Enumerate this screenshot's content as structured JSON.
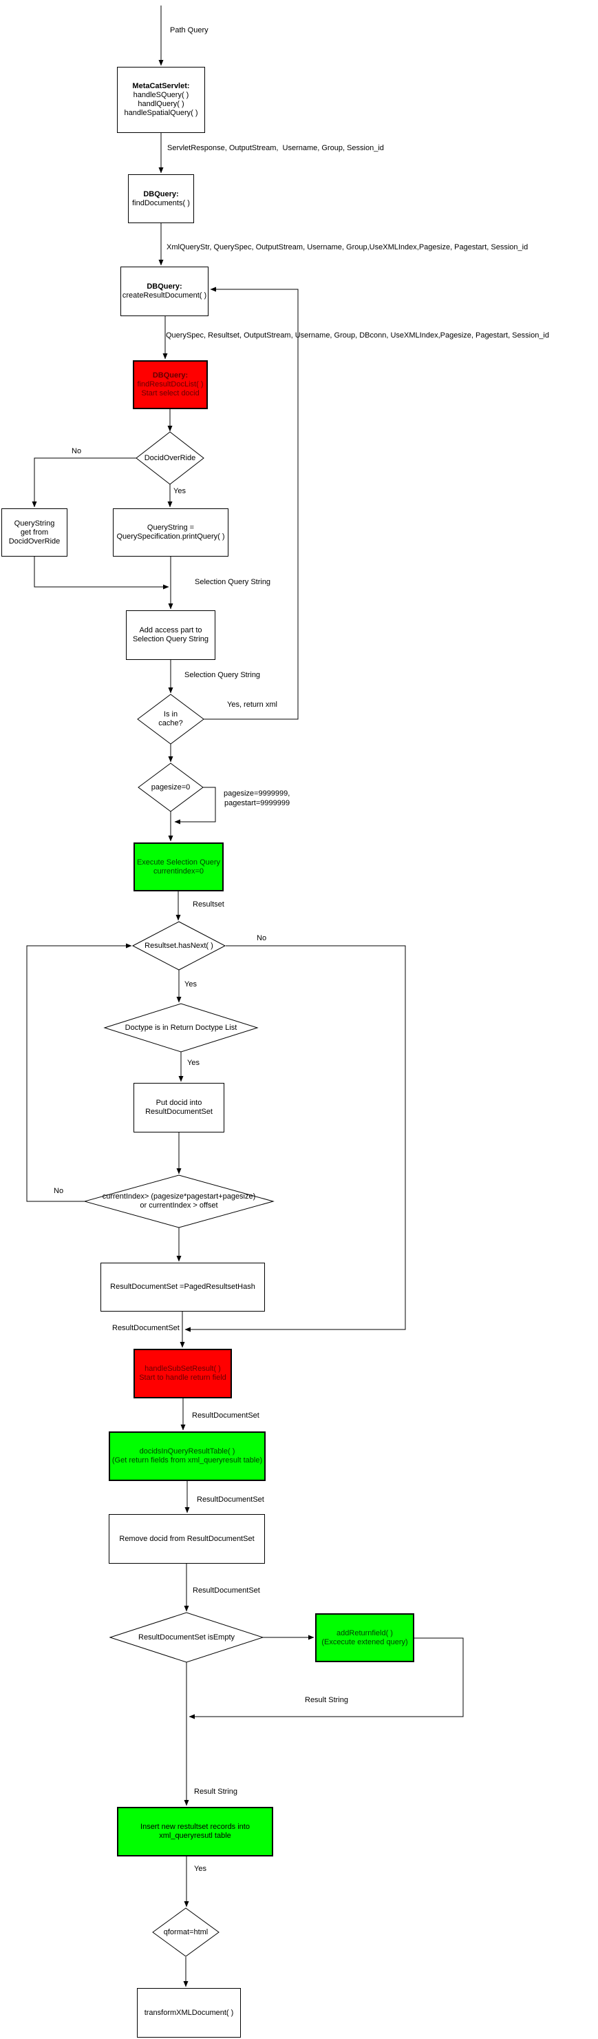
{
  "diagram": {
    "type": "flowchart",
    "subject": "Metacat query handling flow",
    "colors": {
      "background": "#ffffff",
      "line": "#000000",
      "process_fill": "#ffffff",
      "alert_fill": "#ff0000",
      "alert_text": "#660000",
      "success_fill": "#00ff00",
      "success_text": "#003c00"
    }
  },
  "nodes": {
    "metacat_servlet": {
      "title": "MetaCatServlet:",
      "lines": [
        "handleSQuery( )",
        "handlQuery( )",
        "handleSpatialQuery( )"
      ]
    },
    "find_documents": {
      "title": "DBQuery:",
      "lines": [
        "findDocuments( )"
      ]
    },
    "create_result_document": {
      "title": "DBQuery:",
      "lines": [
        "createResultDocument( )"
      ]
    },
    "find_result_doc_list": {
      "title": "DBQuery:",
      "lines": [
        "findResultDocList( )",
        "Start select docid"
      ]
    },
    "docid_override": {
      "text": "DocidOverRide"
    },
    "querystring_get": {
      "lines": [
        "QueryString",
        "get from",
        "DocidOverRide"
      ]
    },
    "querystring_print": {
      "lines": [
        "QueryString =",
        "QuerySpecification.printQuery( )"
      ]
    },
    "add_access": {
      "lines": [
        "Add access part to",
        "Selection Query String"
      ]
    },
    "is_in_cache": {
      "lines": [
        "Is in",
        "cache?"
      ]
    },
    "pagesize_zero": {
      "text": "pagesize=0"
    },
    "execute_selection": {
      "lines": [
        "Execute Selection Query",
        "currentindex=0"
      ]
    },
    "resultset_hasnext": {
      "text": "Resultset.hasNext( )"
    },
    "doctype_in_list": {
      "text": "Doctype is in Return Doctype List"
    },
    "put_docid": {
      "lines": [
        "Put docid into",
        "ResultDocumentSet"
      ]
    },
    "current_index_check": {
      "lines": [
        "currentIndex> (pagesize*pagestart+pagesize)",
        "or currentIndex > offset"
      ]
    },
    "paged_hash": {
      "lines": [
        "ResultDocumentSet =PagedResultsetHash"
      ]
    },
    "handle_subset": {
      "lines": [
        "handleSubSetResult( )",
        "Start to handle return field"
      ]
    },
    "docids_in_table": {
      "lines": [
        "docidsInQueryResultTable( )",
        "(Get return fields from xml_queryresult table)"
      ]
    },
    "remove_docid": {
      "lines": [
        "Remove docid from ResultDocumentSet"
      ]
    },
    "is_empty": {
      "text": "ResultDocumentSet isEmpty"
    },
    "add_returnfield": {
      "lines": [
        "addReturnfield( )",
        "(Excecute extened query)"
      ]
    },
    "insert_records": {
      "lines": [
        "Insert new restultset records into",
        "xml_queryresutl table"
      ]
    },
    "qformat_html": {
      "text": "qformat=html"
    },
    "transform_xml": {
      "lines": [
        "transformXMLDocument( )"
      ]
    }
  },
  "edge_labels": {
    "path_query": "Path Query",
    "servlet_params": "ServletResponse, OutputStream,  Username, Group, Session_id",
    "xmlquery_params": "XmlQueryStr, QuerySpec, OutputStream, Username, Group,UseXMLIndex,Pagesize, Pagestart, Session_id",
    "queryspec_params": "QuerySpec, Resultset, OutputStream, Username, Group, DBconn, UseXMLIndex,Pagesize, Pagestart, Session_id",
    "no_docid": "No",
    "yes_docid": "Yes",
    "selection_query_string_1": "Selection Query String",
    "selection_query_string_2": "Selection Query String",
    "yes_return_xml": "Yes, return xml",
    "pagesize_override_1": "pagesize=9999999,",
    "pagesize_override_2": "pagestart=9999999",
    "resultset": "Resultset",
    "no_hasnext": "No",
    "yes_hasnext": "Yes",
    "yes_doctype": "Yes",
    "no_currentindex": "No",
    "result_document_set_1": "ResultDocumentSet",
    "result_document_set_2": "ResultDocumentSet",
    "result_document_set_3": "ResultDocumentSet",
    "result_document_set_4": "ResultDocumentSet",
    "result_string_1": "Result String",
    "result_string_2": "Result String",
    "yes_qformat": "Yes"
  }
}
